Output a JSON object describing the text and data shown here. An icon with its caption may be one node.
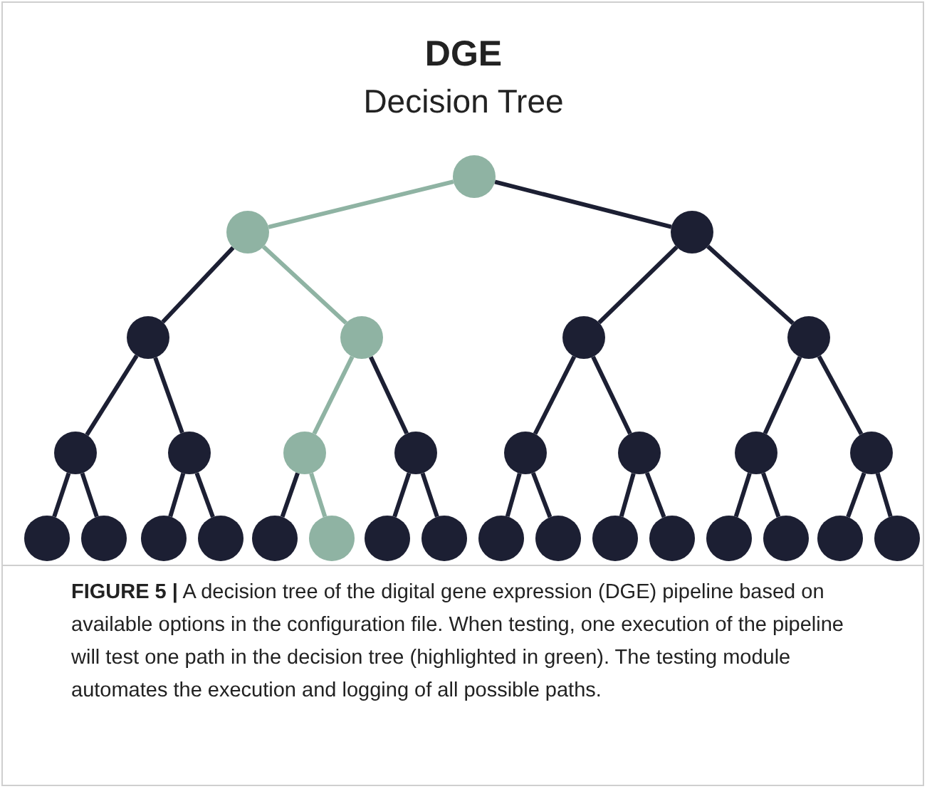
{
  "diagram": {
    "title": "DGE",
    "caption": "**FIGURE 5 |** A decision tree of the digital gene expression (DGE) pipeline based on available options in the configuration file. When testing, one execution of the pipeline will test one path in the decision tree (highlighted in green). The testing module automates the execution and logging of all possible paths.",
    "labels": [
      "Decision Tree"
    ],
    "nodes": [
      {
        "text": [],
        "shape": "circle"
      },
      {
        "text": [],
        "shape": "circle"
      },
      {
        "text": [],
        "shape": "circle"
      },
      {
        "text": [],
        "shape": "circle"
      },
      {
        "text": [],
        "shape": "circle"
      },
      {
        "text": [],
        "shape": "circle"
      },
      {
        "text": [],
        "shape": "circle"
      },
      {
        "text": [],
        "shape": "circle"
      },
      {
        "text": [],
        "shape": "circle"
      },
      {
        "text": [],
        "shape": "circle"
      },
      {
        "text": [],
        "shape": "circle"
      },
      {
        "text": [],
        "shape": "circle"
      },
      {
        "text": [],
        "shape": "circle"
      },
      {
        "text": [],
        "shape": "circle"
      },
      {
        "text": [],
        "shape": "circle"
      },
      {
        "text": [],
        "shape": "circle"
      },
      {
        "text": [],
        "shape": "circle"
      },
      {
        "text": [],
        "shape": "circle"
      },
      {
        "text": [],
        "shape": "circle"
      },
      {
        "text": [],
        "shape": "circle"
      },
      {
        "text": [],
        "shape": "circle"
      },
      {
        "text": [],
        "shape": "circle"
      },
      {
        "text": [],
        "shape": "circle"
      },
      {
        "text": [],
        "shape": "circle"
      },
      {
        "text": [],
        "shape": "circle"
      },
      {
        "text": [],
        "shape": "circle"
      },
      {
        "text": [],
        "shape": "circle"
      },
      {
        "text": [],
        "shape": "circle"
      },
      {
        "text": [],
        "shape": "circle"
      },
      {
        "text": [],
        "shape": "circle"
      },
      {
        "text": [],
        "shape": "circle"
      }
    ],
    "edges": [
      {
        "from": 0,
        "to": 1,
        "arrow": "none",
        "color": "#8fb3a3"
      },
      {
        "from": 0,
        "to": 2,
        "arrow": "none"
      },
      {
        "from": 1,
        "to": 3,
        "arrow": "none"
      },
      {
        "from": 1,
        "to": 4,
        "arrow": "none",
        "color": "#8fb3a3"
      },
      {
        "from": 2,
        "to": 5,
        "arrow": "none"
      },
      {
        "from": 2,
        "to": 6,
        "arrow": "none"
      },
      {
        "from": 3,
        "to": 7,
        "arrow": "none"
      },
      {
        "from": 3,
        "to": 8,
        "arrow": "none"
      },
      {
        "from": 4,
        "to": 9,
        "arrow": "none",
        "color": "#8fb3a3"
      },
      {
        "from": 4,
        "to": 10,
        "arrow": "none"
      },
      {
        "from": 5,
        "to": 11,
        "arrow": "none"
      },
      {
        "from": 5,
        "to": 12,
        "arrow": "none"
      },
      {
        "from": 6,
        "to": 13,
        "arrow": "none"
      },
      {
        "from": 6,
        "to": 14,
        "arrow": "none"
      },
      {
        "from": 7,
        "to": 15,
        "arrow": "none"
      },
      {
        "from": 7,
        "to": 16,
        "arrow": "none"
      },
      {
        "from": 8,
        "to": 17,
        "arrow": "none"
      },
      {
        "from": 8,
        "to": 18,
        "arrow": "none"
      },
      {
        "from": 9,
        "to": 19,
        "arrow": "none"
      },
      {
        "from": 9,
        "to": 20,
        "arrow": "none",
        "color": "#8fb3a3"
      },
      {
        "from": 10,
        "to": 21,
        "arrow": "none"
      },
      {
        "from": 10,
        "to": 22,
        "arrow": "none"
      },
      {
        "from": 11,
        "to": 23,
        "arrow": "none"
      },
      {
        "from": 11,
        "to": 24,
        "arrow": "none"
      },
      {
        "from": 12,
        "to": 25,
        "arrow": "none"
      },
      {
        "from": 12,
        "to": 26,
        "arrow": "none"
      },
      {
        "from": 13,
        "to": 27,
        "arrow": "none"
      },
      {
        "from": 13,
        "to": 28,
        "arrow": "none"
      },
      {
        "from": 14,
        "to": 29,
        "arrow": "none"
      },
      {
        "from": 14,
        "to": 30,
        "arrow": "none"
      }
    ]
  }
}
